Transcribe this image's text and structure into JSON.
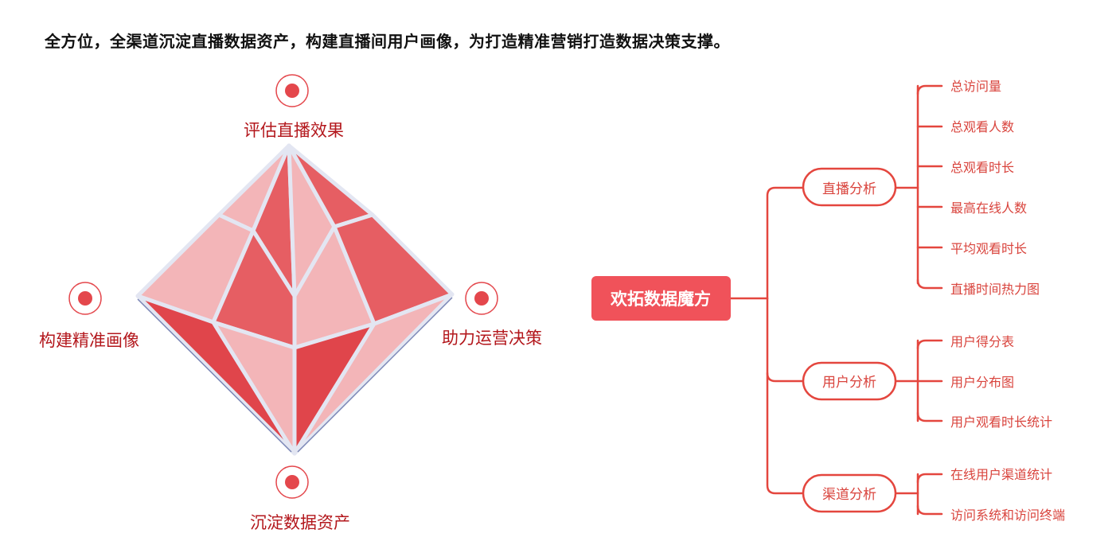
{
  "headline": "全方位，全渠道沉淀直播数据资产，构建直播间用户画像，为打造精准营销打造数据决策支撑。",
  "colors": {
    "accent": "#e4474c",
    "dark_red": "#e0454b",
    "mid_red": "#e65e63",
    "light_pink": "#f3b5b8",
    "label_red": "#b3171c",
    "branch": "#e4463e"
  },
  "diamond": {
    "top_label": "评估直播效果",
    "left_label": "构建精准画像",
    "right_label": "助力运营决策",
    "bottom_label": "沉淀数据资产"
  },
  "mindmap": {
    "root": "欢拓数据魔方",
    "branches": [
      {
        "label": "直播分析",
        "leaves": [
          "总访问量",
          "总观看人数",
          "总观看时长",
          "最高在线人数",
          "平均观看时长",
          "直播时间热力图"
        ]
      },
      {
        "label": "用户分析",
        "leaves": [
          "用户得分表",
          "用户分布图",
          "用户观看时长统计"
        ]
      },
      {
        "label": "渠道分析",
        "leaves": [
          "在线用户渠道统计",
          "访问系统和访问终端"
        ]
      }
    ]
  }
}
